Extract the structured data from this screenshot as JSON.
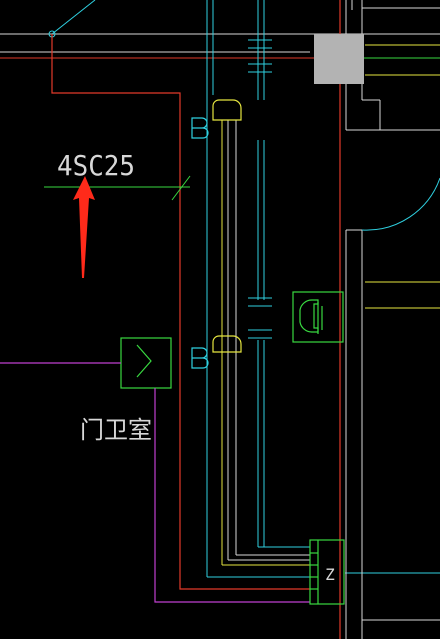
{
  "drawing": {
    "background": "#000000",
    "labels": {
      "conduit_spec": "4SC25",
      "room_name": "门卫室",
      "device_z": "Z"
    },
    "icons": {
      "switch_symbol": "switch-s-icon",
      "junction_box": "z-box-icon",
      "socket_devices": "socket-icon",
      "arrow": "red-arrow-icon"
    },
    "colors": {
      "cyan": "#2fd0e0",
      "white": "#d8d8d8",
      "yellow": "#e6e640",
      "red": "#e23a2a",
      "magenta": "#c040d0",
      "green": "#38d840",
      "gray_fill": "#b3b3b3",
      "arrow": "#ff2a1a"
    }
  }
}
